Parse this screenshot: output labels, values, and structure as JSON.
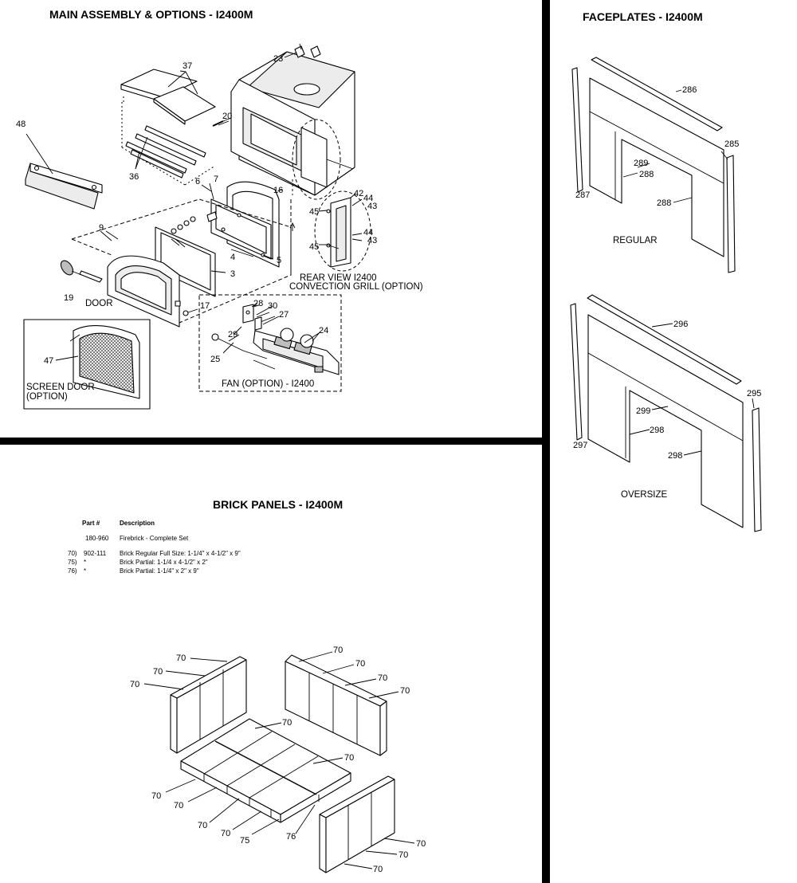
{
  "titles": {
    "main": "MAIN ASSEMBLY & OPTIONS - I2400M",
    "faceplates": "FACEPLATES - I2400M",
    "brick": "BRICK PANELS  - I2400M"
  },
  "captions": {
    "door": "DOOR",
    "screen_door_1": "SCREEN DOOR",
    "screen_door_2": "(OPTION)",
    "rear_view_1": "REAR VIEW I2400",
    "rear_view_2": "CONVECTION GRILL (OPTION)",
    "fan": "FAN (OPTION) - I2400",
    "regular": "REGULAR",
    "oversize": "OVERSIZE"
  },
  "main_labels": {
    "p48": "48",
    "p37": "37",
    "p36": "36",
    "p23": "23",
    "p20": "20",
    "p6": "6",
    "p7": "7",
    "p16": "16",
    "p9": "9",
    "p4": "4",
    "p3": "3",
    "p5": "5",
    "p19": "19",
    "p17": "17",
    "p47": "47",
    "p28": "28",
    "p30": "30",
    "p27": "27",
    "p29": "29",
    "p24": "24",
    "p25": "25",
    "p42": "42",
    "p44a": "44",
    "p43a": "43",
    "p45a": "45",
    "p44b": "44",
    "p43b": "43",
    "p45b": "45"
  },
  "face_labels": {
    "p286": "286",
    "p285": "285",
    "p289": "289",
    "p288a": "288",
    "p287": "287",
    "p288b": "288",
    "p296": "296",
    "p295": "295",
    "p299": "299",
    "p298a": "298",
    "p297": "297",
    "p298b": "298"
  },
  "brick_table": {
    "header_part": "Part #",
    "header_desc": "Description",
    "rows": [
      {
        "ref": "",
        "part": "180-960",
        "desc": "Firebrick - Complete Set"
      },
      {
        "ref": "70)",
        "part": "902-111",
        "desc": "Brick Regular Full Size: 1-1/4\" x 4-1/2\" x 9\""
      },
      {
        "ref": "75)",
        "part": "*",
        "desc": "Brick Partial: 1-1/4 x 4-1/2\" x 2\""
      },
      {
        "ref": "76)",
        "part": "*",
        "desc": "Brick Partial: 1-1/4\" x 2\" x 9\""
      }
    ]
  },
  "brick_labels": {
    "b1": "70",
    "b2": "70",
    "b3": "70",
    "b4": "70",
    "b5": "70",
    "b6": "70",
    "b7": "70",
    "b8": "70",
    "b9": "70",
    "b10": "70",
    "b11": "70",
    "b12": "70",
    "b13": "70",
    "b14": "70",
    "b15": "70",
    "b16": "70",
    "b75": "75",
    "b76": "76"
  }
}
